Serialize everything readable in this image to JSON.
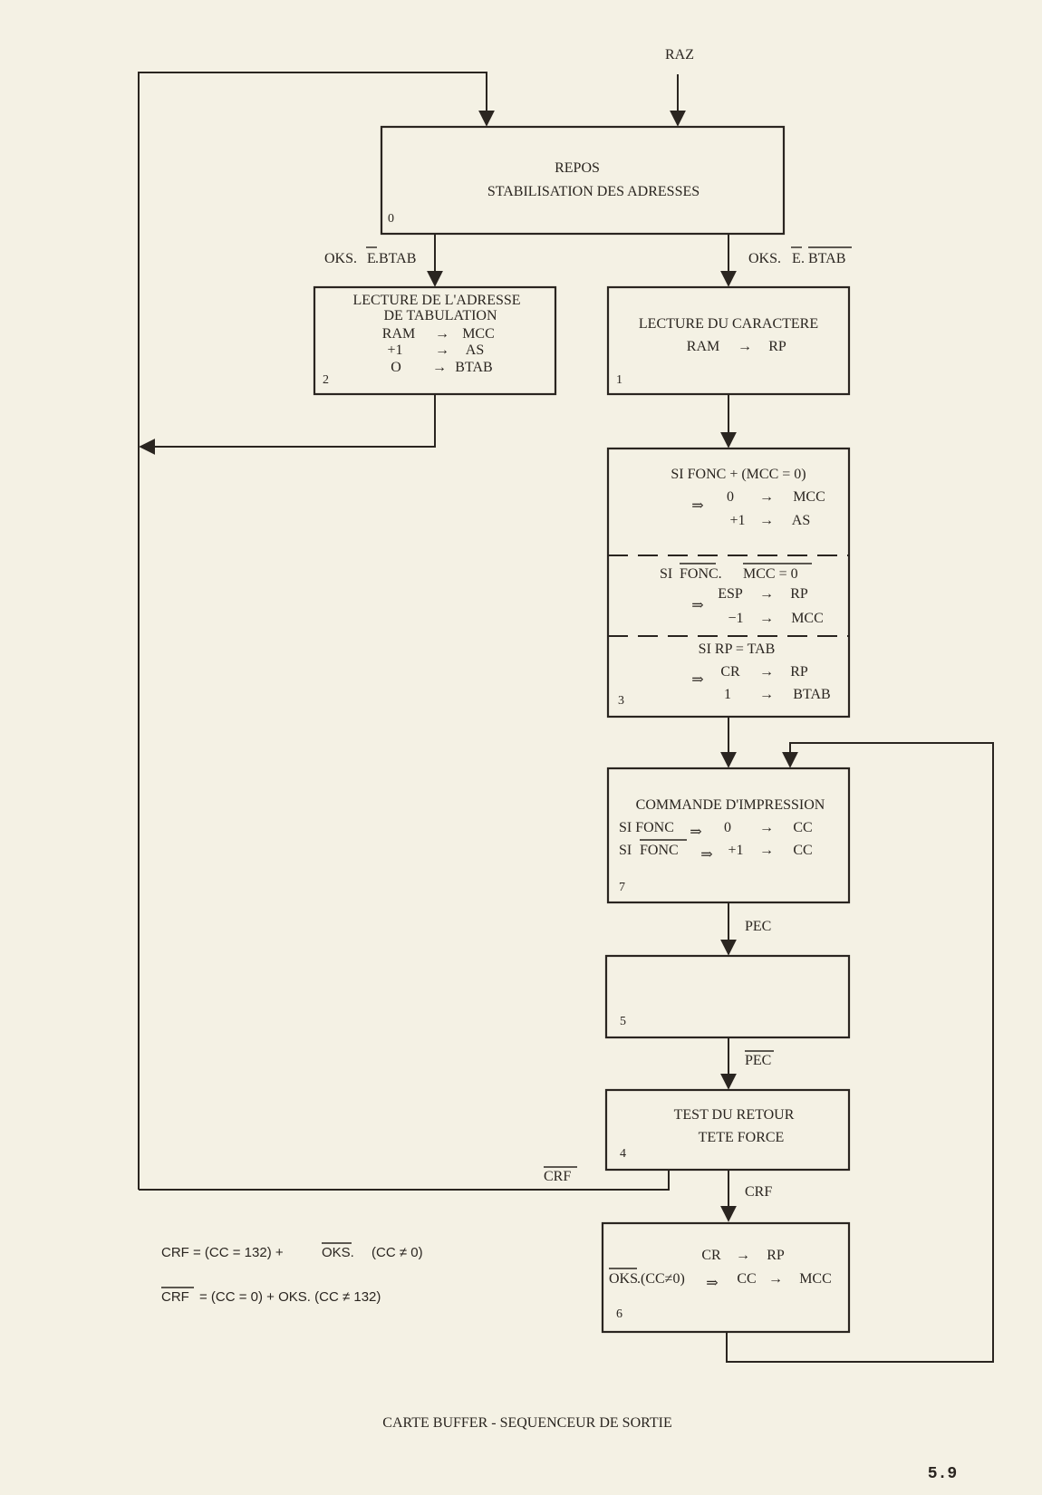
{
  "entry": {
    "raz": "RAZ"
  },
  "states": {
    "s0": {
      "line1": "REPOS",
      "line2": "STABILISATION DES ADRESSES",
      "number": "0"
    },
    "s2": {
      "line1": "LECTURE DE L'ADRESSE",
      "line2": "DE TABULATION",
      "r1a": "RAM",
      "r1b": "MCC",
      "r2a": "+1",
      "r2b": "AS",
      "r3a": "O",
      "r3b": "BTAB",
      "number": "2"
    },
    "s1": {
      "line1": "LECTURE DU CARACTERE",
      "ra": "RAM",
      "rb": "RP",
      "number": "1"
    },
    "s3": {
      "c1": "SI FONC + (MCC = 0)",
      "c1a": "0",
      "c1b": "MCC",
      "c1c": "+1",
      "c1d": "AS",
      "c2_si": "SI",
      "c2_fonc": "FONC.",
      "c2_mcc": "MCC = 0",
      "c2a": "ESP",
      "c2b": "RP",
      "c2c": "−1",
      "c2d": "MCC",
      "c3": "SI RP = TAB",
      "c3a": "CR",
      "c3b": "RP",
      "c3c": "1",
      "c3d": "BTAB",
      "implies": "⇒",
      "number": "3"
    },
    "s7": {
      "line1": "COMMANDE D'IMPRESSION",
      "r1": "SI FONC",
      "r1v": "0",
      "r1t": "CC",
      "r2_si": "SI",
      "r2_fonc": "FONC",
      "r2v": "+1",
      "r2t": "CC",
      "implies": "⇒",
      "number": "7"
    },
    "s5": {
      "number": "5"
    },
    "s4": {
      "line1": "TEST DU RETOUR",
      "line2": "TETE FORCE",
      "number": "4"
    },
    "s6": {
      "ra": "CR",
      "rb": "RP",
      "r2_oks": "OKS",
      "r2_cond": ".(CC≠0)",
      "r2a": "CC",
      "r2b": "MCC",
      "implies": "⇒",
      "number": "6"
    }
  },
  "transitions": {
    "left": {
      "oks": "OKS.",
      "e": "E",
      "btab": ".BTAB"
    },
    "right": {
      "oks": "OKS.",
      "e": "E",
      "dot": ".",
      "btab": "BTAB"
    },
    "pec": "PEC",
    "pec_bar": "PEC",
    "crf": "CRF",
    "crf_bar": "CRF"
  },
  "formulas": {
    "f1_lhs": "CRF = (CC = 132) +",
    "f1_oks": "OKS.",
    "f1_tail": "(CC ≠ 0)",
    "f2_crf": "CRF",
    "f2_rest": "= (CC = 0) + OKS.  (CC ≠ 132)"
  },
  "caption": "CARTE BUFFER - SEQUENCEUR DE SORTIE",
  "page_number": "5.9"
}
